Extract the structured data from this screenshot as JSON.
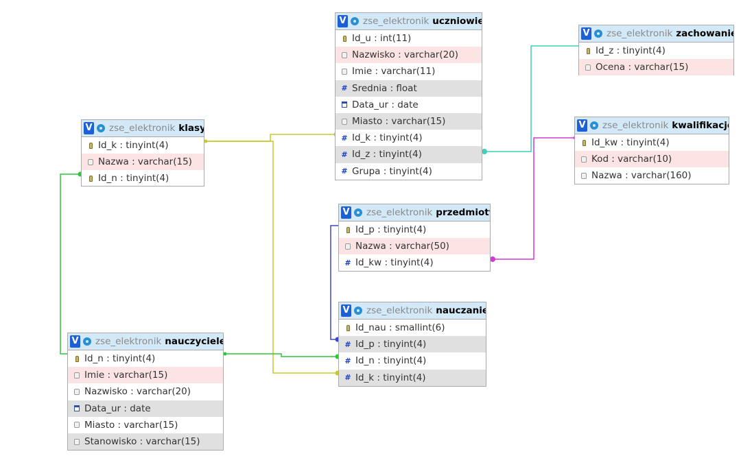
{
  "db": "zse_elektronik",
  "view_badge": "V",
  "tables": {
    "uczniowie": {
      "name": "uczniowie",
      "fields": [
        {
          "text": "Id_u : int(11)",
          "icon": "key-icon"
        },
        {
          "text": "Nazwisko : varchar(20)",
          "icon": "string-icon"
        },
        {
          "text": "Imie : varchar(11)",
          "icon": "string-icon"
        },
        {
          "text": "Srednia : float",
          "icon": "number-icon"
        },
        {
          "text": "Data_ur : date",
          "icon": "date-icon"
        },
        {
          "text": "Miasto : varchar(15)",
          "icon": "string-icon"
        },
        {
          "text": "Id_k : tinyint(4)",
          "icon": "number-icon"
        },
        {
          "text": "Id_z : tinyint(4)",
          "icon": "number-icon"
        },
        {
          "text": "Grupa : tinyint(4)",
          "icon": "number-icon"
        }
      ]
    },
    "zachowanie": {
      "name": "zachowanie",
      "fields": [
        {
          "text": "Id_z : tinyint(4)",
          "icon": "key-icon"
        },
        {
          "text": "Ocena : varchar(15)",
          "icon": "string-icon"
        }
      ]
    },
    "klasy": {
      "name": "klasy",
      "fields": [
        {
          "text": "Id_k : tinyint(4)",
          "icon": "key-icon"
        },
        {
          "text": "Nazwa : varchar(15)",
          "icon": "string-icon"
        },
        {
          "text": "Id_n : tinyint(4)",
          "icon": "key-icon"
        }
      ]
    },
    "kwalifikacje": {
      "name": "kwalifikacje",
      "fields": [
        {
          "text": "Id_kw : tinyint(4)",
          "icon": "key-icon"
        },
        {
          "text": "Kod : varchar(10)",
          "icon": "string-icon"
        },
        {
          "text": "Nazwa : varchar(160)",
          "icon": "string-icon"
        }
      ]
    },
    "przedmioty": {
      "name": "przedmioty",
      "fields": [
        {
          "text": "Id_p : tinyint(4)",
          "icon": "key-icon"
        },
        {
          "text": "Nazwa : varchar(50)",
          "icon": "string-icon"
        },
        {
          "text": "Id_kw : tinyint(4)",
          "icon": "number-icon"
        }
      ]
    },
    "nauczanie": {
      "name": "nauczanie",
      "fields": [
        {
          "text": "Id_nau : smallint(6)",
          "icon": "key-icon"
        },
        {
          "text": "Id_p : tinyint(4)",
          "icon": "number-icon"
        },
        {
          "text": "Id_n : tinyint(4)",
          "icon": "number-icon"
        },
        {
          "text": "Id_k : tinyint(4)",
          "icon": "number-icon"
        }
      ]
    },
    "nauczyciele": {
      "name": "nauczyciele",
      "fields": [
        {
          "text": "Id_n : tinyint(4)",
          "icon": "key-icon"
        },
        {
          "text": "Imie : varchar(15)",
          "icon": "string-icon"
        },
        {
          "text": "Nazwisko : varchar(20)",
          "icon": "string-icon"
        },
        {
          "text": "Data_ur : date",
          "icon": "date-icon"
        },
        {
          "text": "Miasto : varchar(15)",
          "icon": "string-icon"
        },
        {
          "text": "Stanowisko : varchar(15)",
          "icon": "string-icon"
        }
      ]
    }
  },
  "relations": [
    {
      "from": "uczniowie.Id_z",
      "to": "zachowanie.Id_z",
      "color": "#3ecfbf"
    },
    {
      "from": "przedmioty.Id_kw",
      "to": "kwalifikacje.Id_kw",
      "color": "#d13ad6"
    },
    {
      "from": "uczniowie.Id_k",
      "to": "klasy.Id_k",
      "color": "#c8c829"
    },
    {
      "from": "nauczanie.Id_k",
      "to": "klasy.Id_k",
      "color": "#c8c829"
    },
    {
      "from": "nauczanie.Id_p",
      "to": "przedmioty.Id_p",
      "color": "#3b46c7"
    },
    {
      "from": "nauczanie.Id_n",
      "to": "nauczyciele.Id_n",
      "color": "#2fc53a"
    },
    {
      "from": "klasy.Id_n",
      "to": "nauczyciele.Id_n",
      "color": "#2fc53a"
    }
  ]
}
